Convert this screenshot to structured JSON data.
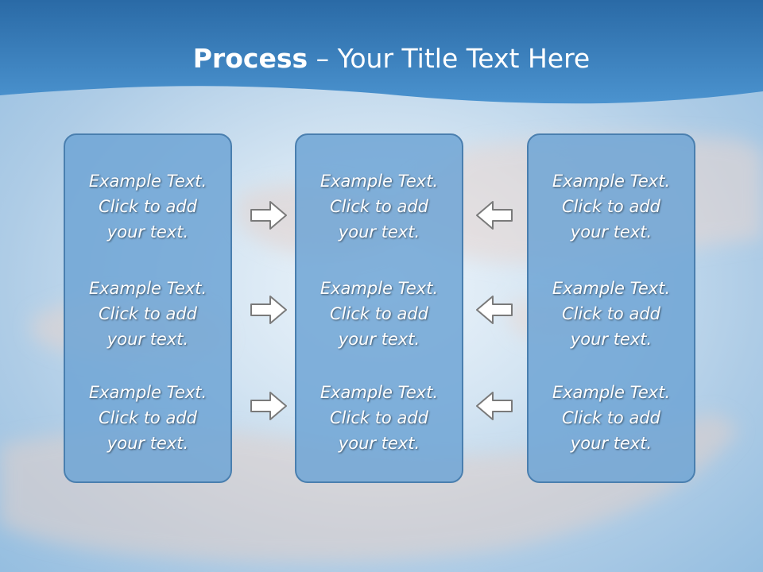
{
  "slide": {
    "title_bold": "Process",
    "title_rest": " – Your Title Text Here"
  },
  "columns": [
    {
      "items": [
        {
          "line1": "Example Text.",
          "line2": "Click  to add",
          "line3": "your text."
        },
        {
          "line1": "Example Text.",
          "line2": "Click  to add",
          "line3": "your text."
        },
        {
          "line1": "Example Text.",
          "line2": "Click  to add",
          "line3": "your text."
        }
      ]
    },
    {
      "items": [
        {
          "line1": "Example Text.",
          "line2": "Click  to add",
          "line3": "your text."
        },
        {
          "line1": "Example Text.",
          "line2": "Click  to add",
          "line3": "your text."
        },
        {
          "line1": "Example Text.",
          "line2": "Click  to add",
          "line3": "your text."
        }
      ]
    },
    {
      "items": [
        {
          "line1": "Example Text.",
          "line2": "Click  to add",
          "line3": "your text."
        },
        {
          "line1": "Example Text.",
          "line2": "Click  to add",
          "line3": "your text."
        },
        {
          "line1": "Example Text.",
          "line2": "Click  to add",
          "line3": "your text."
        }
      ]
    }
  ],
  "colors": {
    "header_dark": "#2a6aa6",
    "header_light": "#4b93cf",
    "panel_fill": "#6ea5d5",
    "panel_border": "#4a7faf",
    "text": "#ffffff"
  },
  "icons": {
    "left_arrows": "arrow-right-icon",
    "right_arrows": "arrow-left-icon"
  }
}
